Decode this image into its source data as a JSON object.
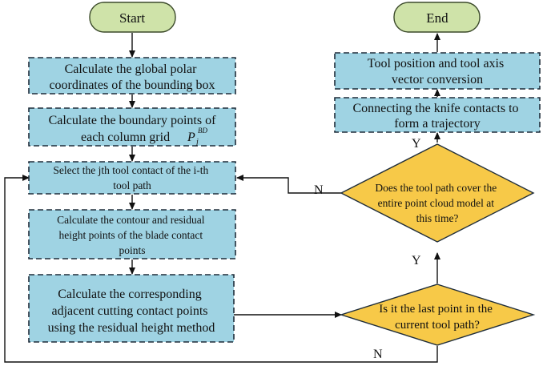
{
  "nodes": {
    "start": {
      "label": "Start"
    },
    "end": {
      "label": "End"
    },
    "step1": {
      "lines": [
        "Calculate the global polar",
        "coordinates of the bounding box"
      ]
    },
    "step2": {
      "lines": [
        "Calculate the boundary points of",
        "each column grid"
      ],
      "symbol": "P",
      "symbol_sub": "j",
      "symbol_sup": "BD"
    },
    "step3": {
      "lines": [
        "Select the jth tool contact of the i-th",
        "tool path"
      ]
    },
    "step4": {
      "lines": [
        "Calculate the contour and residual",
        "height points of the blade contact",
        "points"
      ]
    },
    "step5": {
      "lines": [
        "Calculate the corresponding",
        "adjacent cutting contact points",
        "using the residual height method"
      ]
    },
    "decision_last": {
      "lines": [
        "Is it the last point in the",
        "current tool path?"
      ]
    },
    "decision_cover": {
      "lines": [
        "Does the tool path cover the",
        "entire point cloud model at",
        "this time?"
      ]
    },
    "step6": {
      "lines": [
        "Connecting the knife contacts to",
        "form a trajectory"
      ]
    },
    "step7": {
      "lines": [
        "Tool position and tool axis",
        "vector conversion"
      ]
    }
  },
  "edge_labels": {
    "last_yes": "Y",
    "last_no": "N",
    "cover_yes": "Y",
    "cover_no": "N"
  }
}
